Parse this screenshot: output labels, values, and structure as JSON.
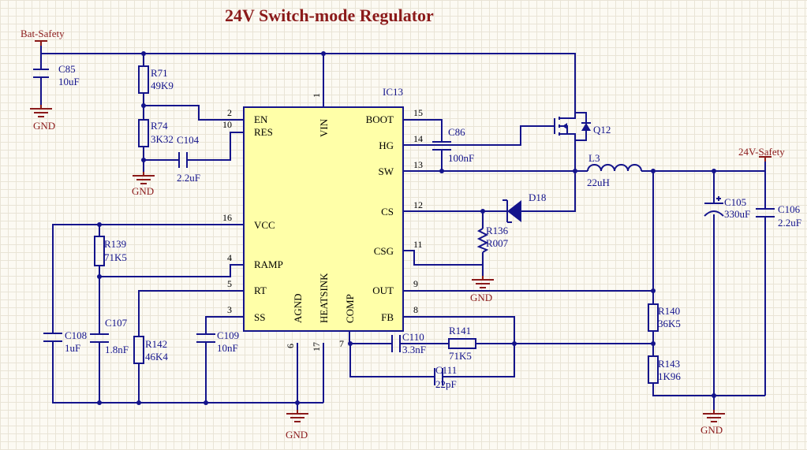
{
  "title": "24V Switch-mode Regulator",
  "power": {
    "bat_safety": "Bat-Safety",
    "out_24v_safety": "24V-Safety",
    "gnd": "GND"
  },
  "ic": {
    "ref": "IC13",
    "pins": {
      "vin": {
        "label": "VIN",
        "num": "1"
      },
      "en": {
        "label": "EN",
        "num": "2"
      },
      "res": {
        "label": "RES",
        "num": "10"
      },
      "boot": {
        "label": "BOOT",
        "num": "15"
      },
      "hg": {
        "label": "HG",
        "num": "14"
      },
      "sw": {
        "label": "SW",
        "num": "13"
      },
      "cs": {
        "label": "CS",
        "num": "12"
      },
      "csg": {
        "label": "CSG",
        "num": "11"
      },
      "out": {
        "label": "OUT",
        "num": "9"
      },
      "fb": {
        "label": "FB",
        "num": "8"
      },
      "vcc": {
        "label": "VCC",
        "num": "16"
      },
      "ramp": {
        "label": "RAMP",
        "num": "4"
      },
      "rt": {
        "label": "RT",
        "num": "5"
      },
      "ss": {
        "label": "SS",
        "num": "3"
      },
      "agnd": {
        "label": "AGND",
        "num": "6"
      },
      "heatsink": {
        "label": "HEATSINK",
        "num": "17"
      },
      "comp": {
        "label": "COMP",
        "num": "7"
      }
    }
  },
  "components": {
    "c85": {
      "ref": "C85",
      "value": "10uF"
    },
    "r71": {
      "ref": "R71",
      "value": "49K9"
    },
    "r74": {
      "ref": "R74",
      "value": "3K32"
    },
    "c104": {
      "ref": "C104",
      "value": "2.2uF"
    },
    "c86": {
      "ref": "C86",
      "value": "100nF"
    },
    "q12": {
      "ref": "Q12"
    },
    "l3": {
      "ref": "L3",
      "value": "22uH"
    },
    "d18": {
      "ref": "D18"
    },
    "r136": {
      "ref": "R136",
      "value": "R007"
    },
    "c105": {
      "ref": "C105",
      "value": "330uF"
    },
    "c106": {
      "ref": "C106",
      "value": "2.2uF"
    },
    "r139": {
      "ref": "R139",
      "value": "71K5"
    },
    "c107": {
      "ref": "C107",
      "value": "1.8nF"
    },
    "c108": {
      "ref": "C108",
      "value": "1uF"
    },
    "r142": {
      "ref": "R142",
      "value": "46K4"
    },
    "c109": {
      "ref": "C109",
      "value": "10nF"
    },
    "c110": {
      "ref": "C110",
      "value": "3.3nF"
    },
    "r141": {
      "ref": "R141",
      "value": "71K5"
    },
    "c111": {
      "ref": "C111",
      "value": "22pF"
    },
    "r140": {
      "ref": "R140",
      "value": "36K5"
    },
    "r143": {
      "ref": "R143",
      "value": "1K96"
    }
  },
  "colors": {
    "wire": "#14148c",
    "ic_fill": "#ffffa8",
    "power_port": "#8b1a1a"
  }
}
